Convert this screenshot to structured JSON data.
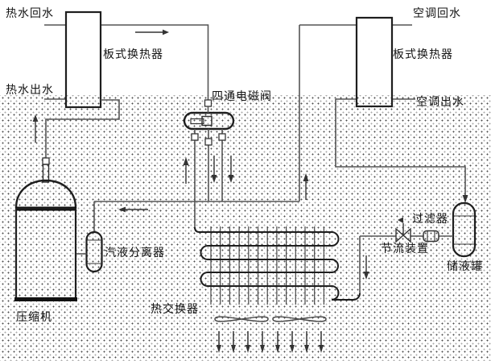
{
  "diagram_title": "heat-pump-water-heater-schematic",
  "labels": {
    "hot_water_return": "热水回水",
    "hot_water_out": "热水出水",
    "plate_hx_left": "板式换热器",
    "four_way_valve": "四通电磁阀",
    "ac_return": "空调回水",
    "plate_hx_right": "板式换热器",
    "ac_out": "空调出水",
    "separator": "汽液分离器",
    "compressor": "压缩机",
    "heat_exchanger": "热交换器",
    "filter": "过滤器",
    "throttle": "节流装置",
    "receiver": "储液罐"
  },
  "colors": {
    "pipe": "#555555",
    "vessel": "#1e1e1e",
    "arrow": "#333333",
    "background": "#ffffff",
    "halftone_dot": "#2d2d2d"
  },
  "symbols": [
    "plate-heat-exchanger-left",
    "plate-heat-exchanger-right",
    "four-way-solenoid-valve",
    "compressor-vessel",
    "vapor-liquid-separator",
    "finned-coil-heat-exchanger",
    "fan-blades",
    "airflow-arrows",
    "throttle-valve",
    "filter",
    "liquid-receiver",
    "flow-direction-arrows"
  ]
}
